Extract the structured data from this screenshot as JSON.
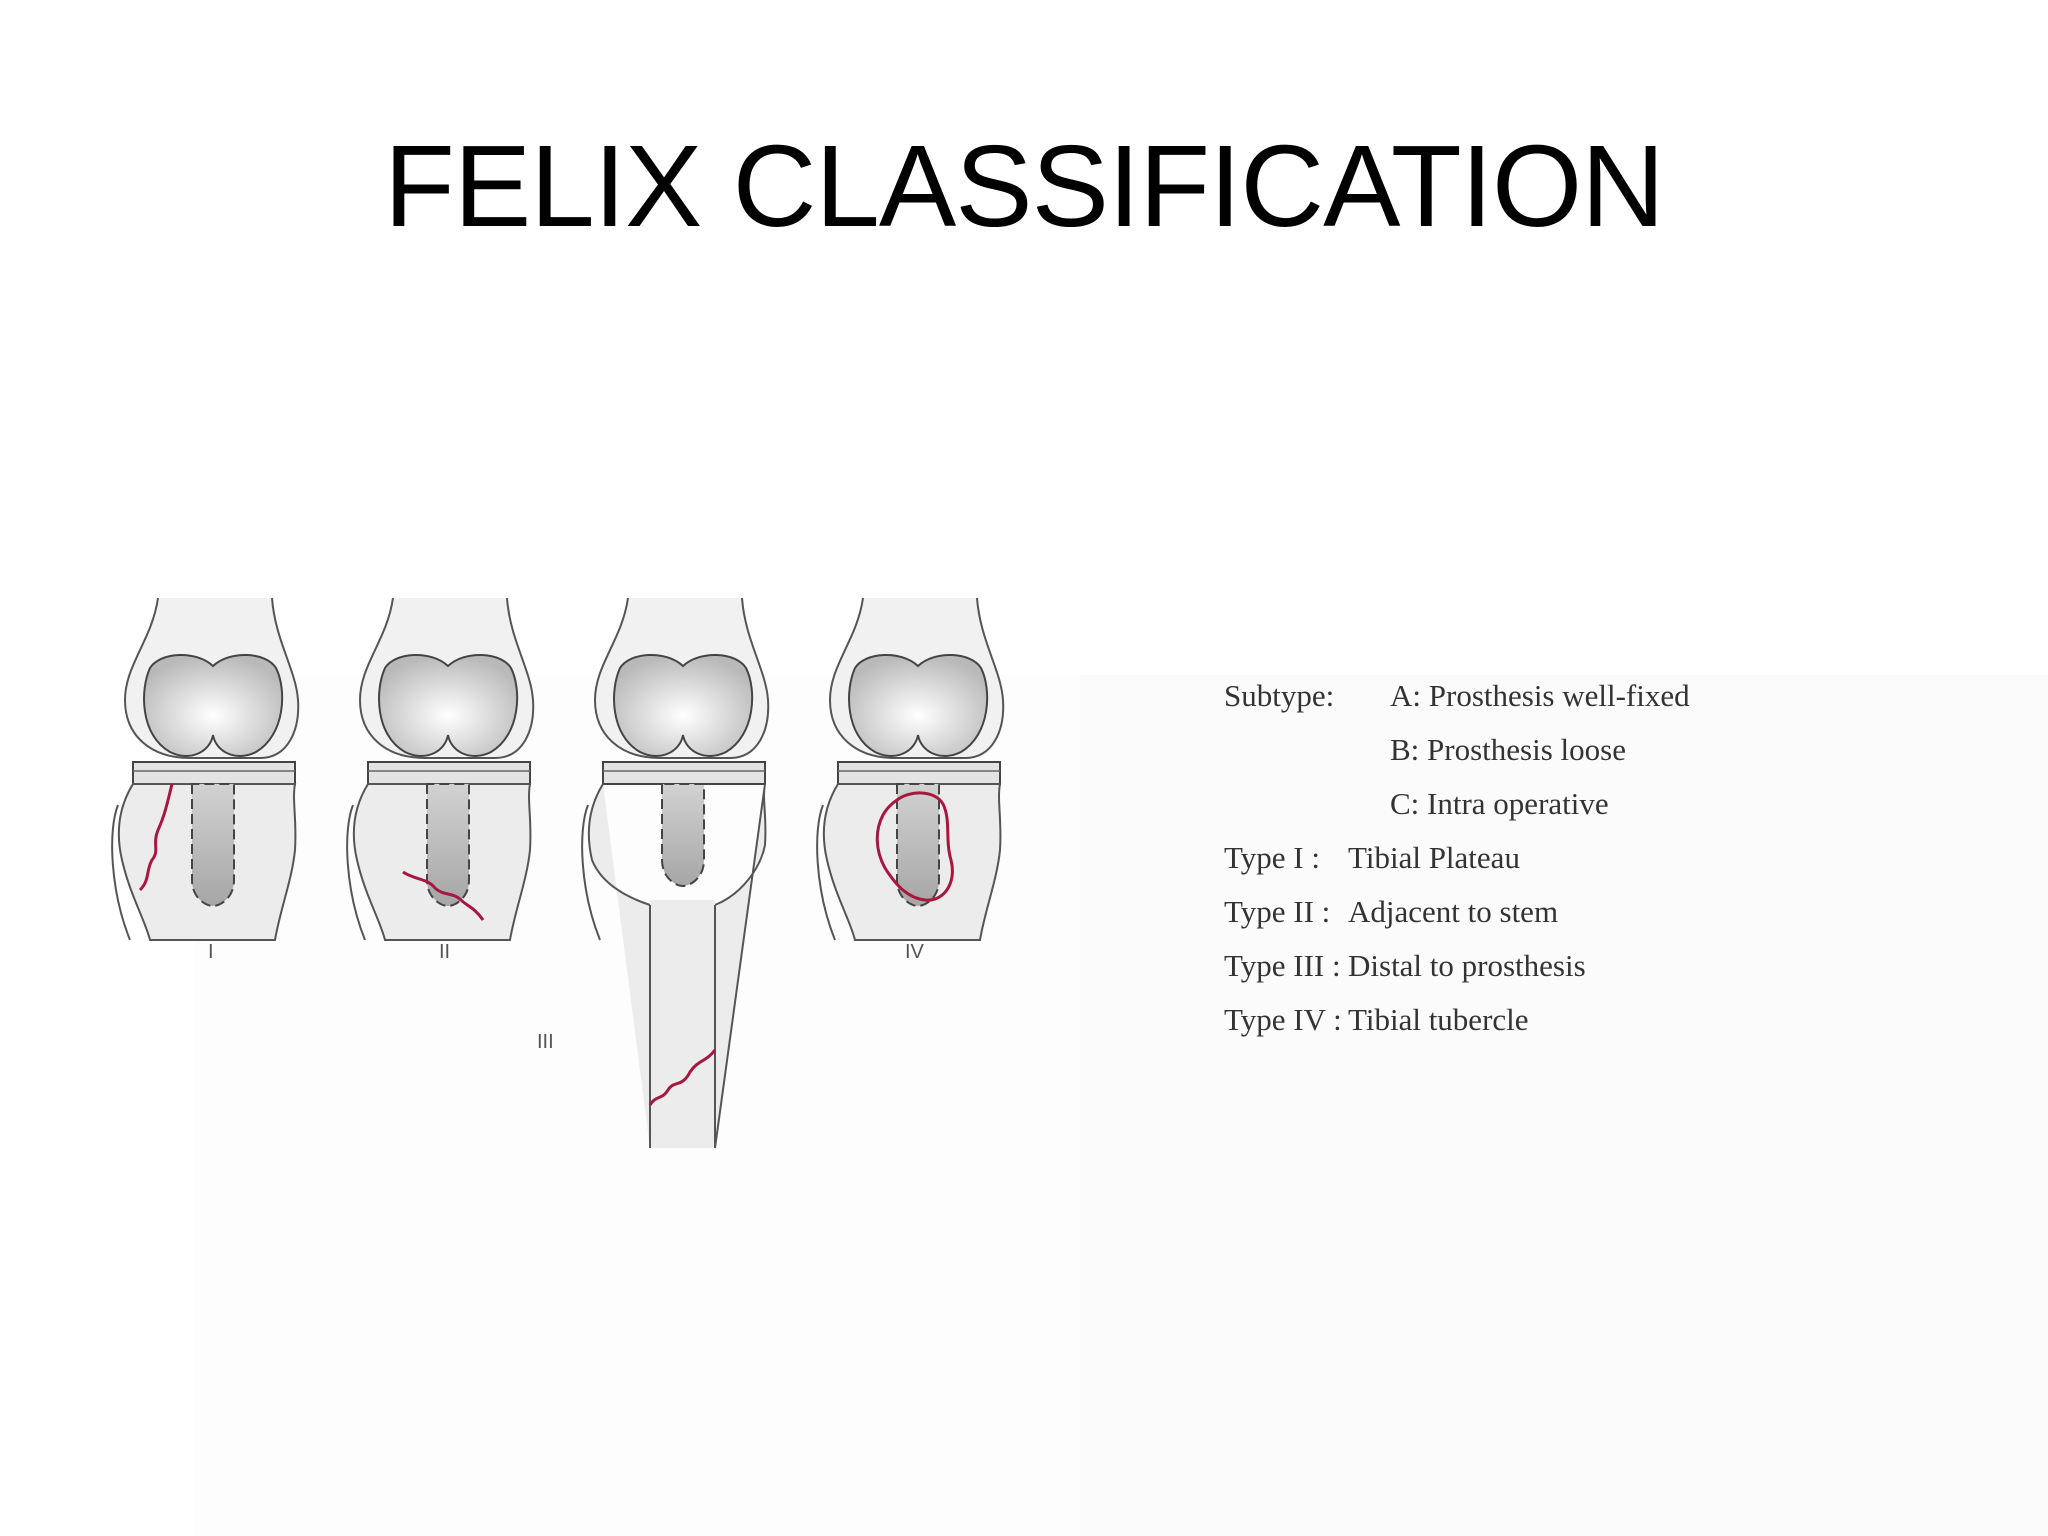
{
  "slide": {
    "title": "FELIX CLASSIFICATION"
  },
  "figure": {
    "labels": [
      "I",
      "II",
      "III",
      "IV"
    ]
  },
  "legend": {
    "subtype_heading": "Subtype:",
    "subtypes": [
      "A: Prosthesis well-fixed",
      "B: Prosthesis loose",
      "C: Intra operative"
    ],
    "types": [
      {
        "label": "Type I :",
        "text": "Tibial Plateau"
      },
      {
        "label": "Type II :",
        "text": "Adjacent to stem"
      },
      {
        "label": "Type III :",
        "text": "Distal to prosthesis"
      },
      {
        "label": "Type IV :",
        "text": "Tibial tubercle"
      }
    ]
  },
  "colors": {
    "fracture": "#a8173f",
    "bone": "#ececec",
    "stem": "#c9c9c9"
  }
}
